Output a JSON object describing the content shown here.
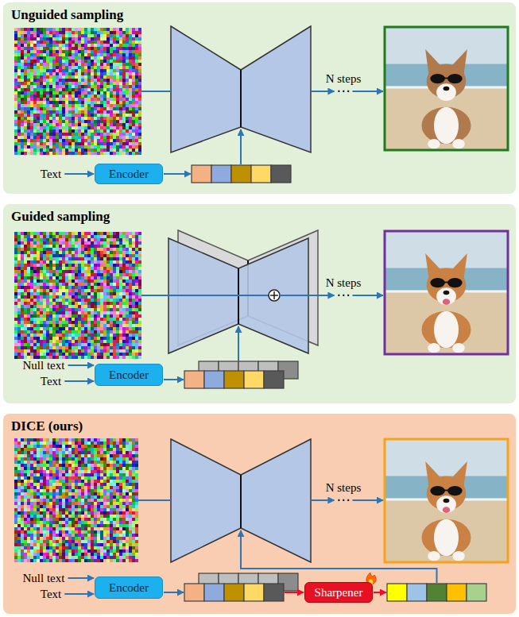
{
  "diagram": {
    "nodes": [
      {
        "text": [
          "Unguided sampling"
        ]
      },
      {
        "text": [
          "Encoder"
        ],
        "in": 0
      },
      {
        "text": [
          "Guided sampling"
        ]
      },
      {
        "text": [
          "Encoder"
        ],
        "in": 2
      },
      {
        "text": [
          "DICE (ours)"
        ]
      },
      {
        "text": [
          "Encoder"
        ],
        "in": 4
      },
      {
        "text": [
          "Sharpener"
        ],
        "in": 4
      }
    ],
    "labels": [
      "N steps",
      "⋯",
      "Text",
      "N steps",
      "⋯",
      "Null text",
      "Text",
      "N steps",
      "⋯",
      "Null text",
      "Text"
    ]
  }
}
